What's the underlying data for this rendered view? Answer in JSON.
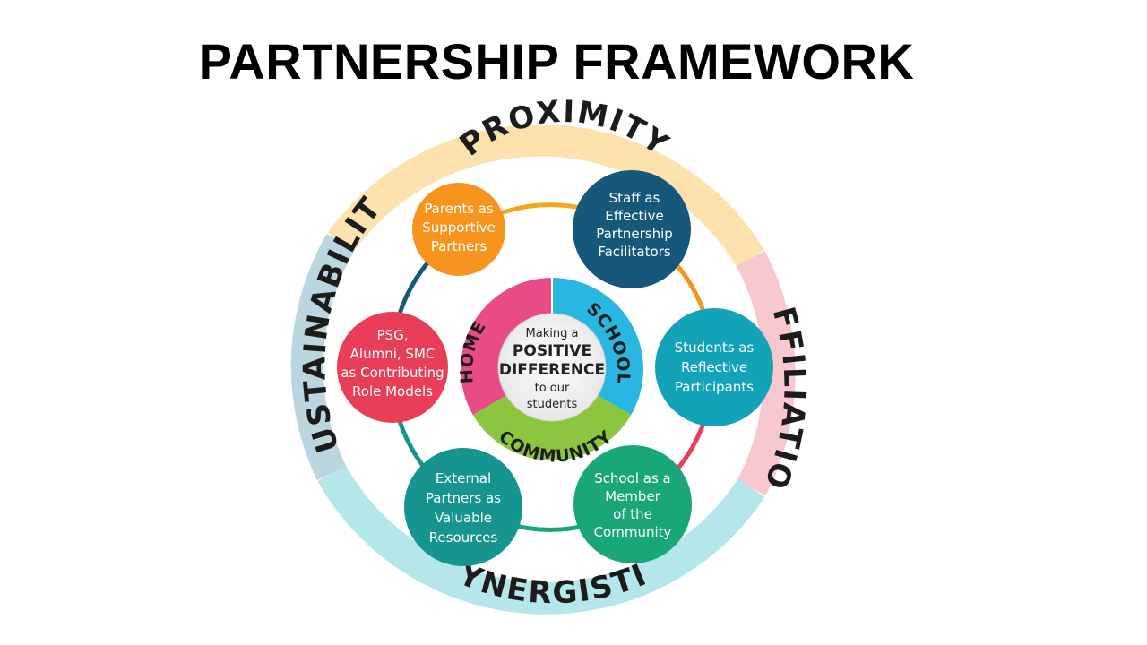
{
  "title": "PARTNERSHIP FRAMEWORK",
  "outer_ring": {
    "top": "PROXIMITY",
    "right": "AFFILIATION",
    "bottom": "SYNERGISTIC",
    "left": "SUSTAINABILITY"
  },
  "inner_ring": {
    "home": "HOME",
    "school": "SCHOOL",
    "community": "COMMUNITY"
  },
  "center": {
    "line1": "Making a",
    "line2": "POSITIVE",
    "line3": "DIFFERENCE",
    "line4": "to our",
    "line5": "students"
  },
  "nodes": {
    "parents": [
      "Parents as",
      "Supportive",
      "Partners"
    ],
    "staff": [
      "Staff as",
      "Effective",
      "Partnership",
      "Facilitators"
    ],
    "students": [
      "Students as",
      "Reflective",
      "Participants"
    ],
    "school_member": [
      "School as a",
      "Member",
      "of the",
      "Community"
    ],
    "external": [
      "External",
      "Partners as",
      "Valuable",
      "Resources"
    ],
    "psg": [
      "PSG,",
      "Alumni, SMC",
      "as Contributing",
      "Role Models"
    ]
  },
  "colors": {
    "parents": "#f7941d",
    "staff": "#15587a",
    "students": "#12a3b9",
    "school_member": "#19a77a",
    "external": "#16948f",
    "psg": "#e83e57",
    "home": "#e84b86",
    "school": "#29b6e0",
    "community": "#8cc63f"
  }
}
